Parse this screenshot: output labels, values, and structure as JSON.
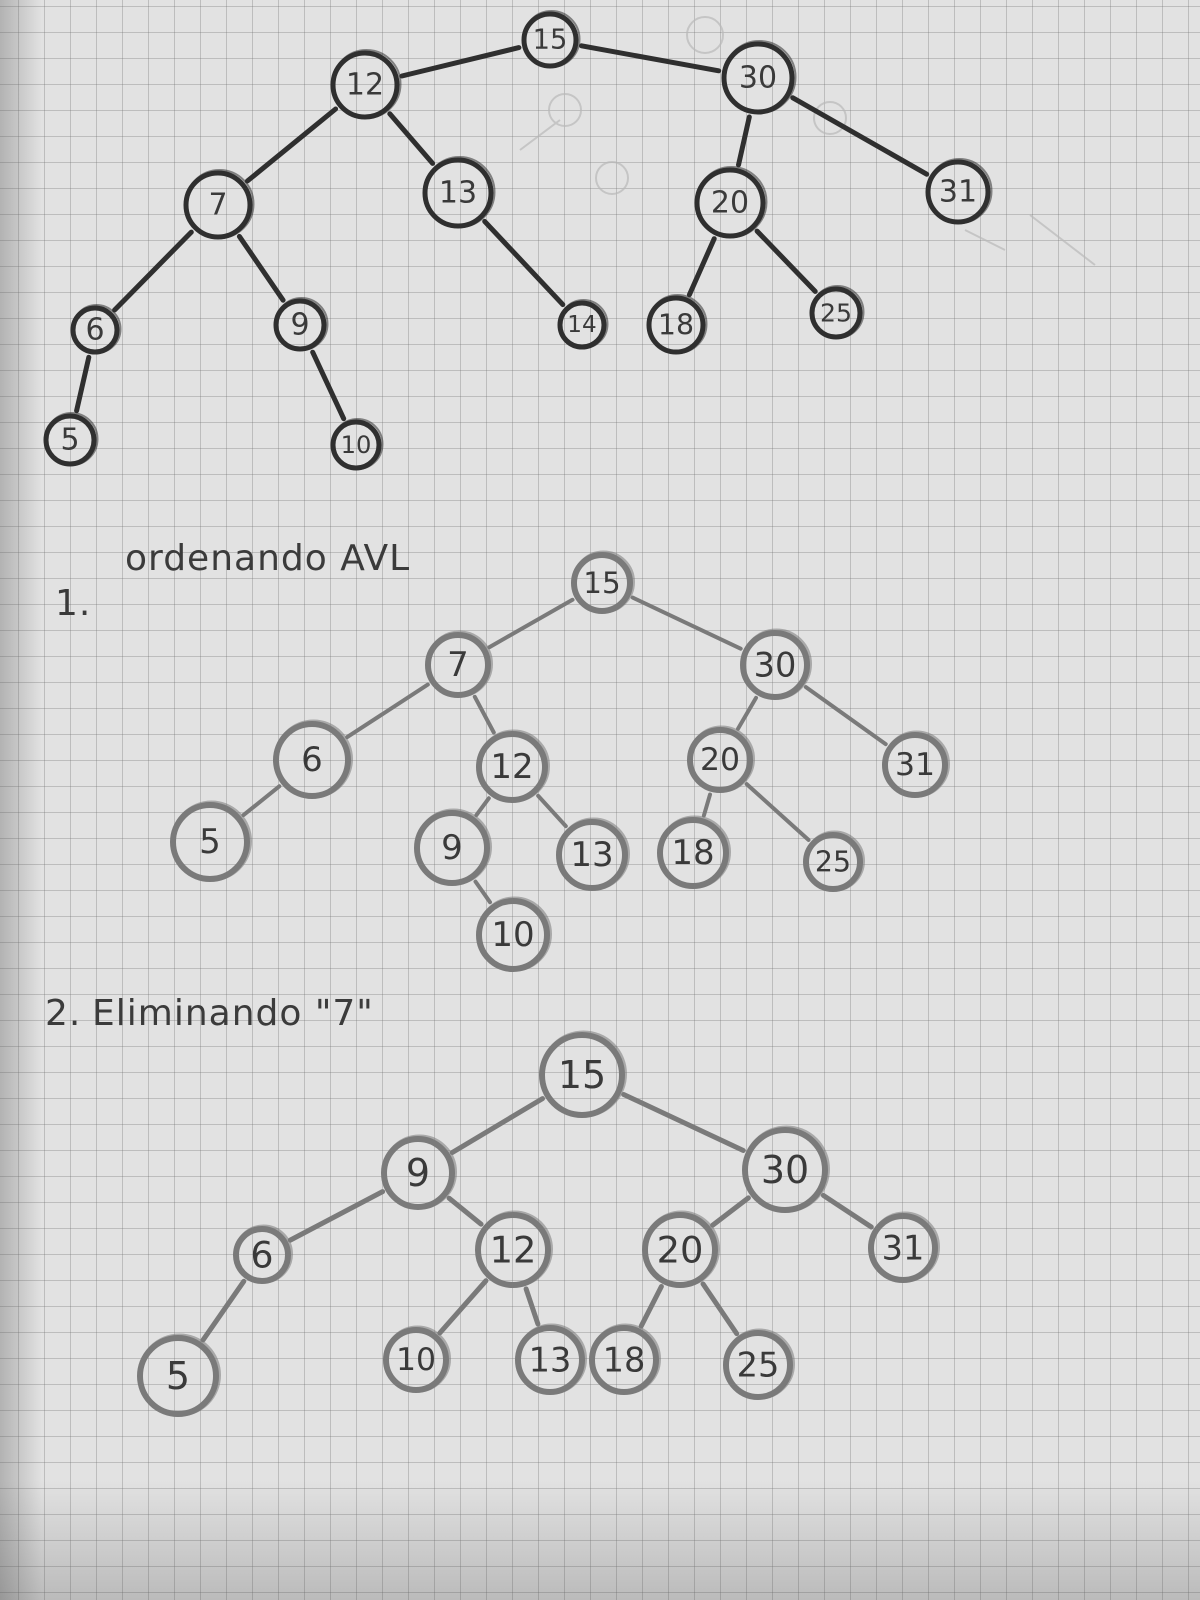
{
  "trees": [
    {
      "id": "original",
      "heading": null,
      "nodes": [
        {
          "key": "n15",
          "label": "15"
        },
        {
          "key": "n12",
          "label": "12"
        },
        {
          "key": "n30",
          "label": "30"
        },
        {
          "key": "n7",
          "label": "7"
        },
        {
          "key": "n13",
          "label": "13"
        },
        {
          "key": "n20",
          "label": "20"
        },
        {
          "key": "n31",
          "label": "31"
        },
        {
          "key": "n6",
          "label": "6"
        },
        {
          "key": "n9",
          "label": "9"
        },
        {
          "key": "n14",
          "label": "14"
        },
        {
          "key": "n18",
          "label": "18"
        },
        {
          "key": "n25",
          "label": "25"
        },
        {
          "key": "n5",
          "label": "5"
        },
        {
          "key": "n10",
          "label": "10"
        }
      ],
      "edges": [
        [
          "n15",
          "n12"
        ],
        [
          "n15",
          "n30"
        ],
        [
          "n12",
          "n7"
        ],
        [
          "n12",
          "n13"
        ],
        [
          "n30",
          "n20"
        ],
        [
          "n30",
          "n31"
        ],
        [
          "n7",
          "n6"
        ],
        [
          "n7",
          "n9"
        ],
        [
          "n13",
          "n14"
        ],
        [
          "n20",
          "n18"
        ],
        [
          "n20",
          "n25"
        ],
        [
          "n6",
          "n5"
        ],
        [
          "n9",
          "n10"
        ]
      ]
    },
    {
      "id": "step1",
      "heading": {
        "number": "1.",
        "text": "ordenando AVL"
      },
      "nodes": [
        {
          "key": "a15",
          "label": "15"
        },
        {
          "key": "a7",
          "label": "7"
        },
        {
          "key": "a30",
          "label": "30"
        },
        {
          "key": "a6",
          "label": "6"
        },
        {
          "key": "a12",
          "label": "12"
        },
        {
          "key": "a20",
          "label": "20"
        },
        {
          "key": "a31",
          "label": "31"
        },
        {
          "key": "a5",
          "label": "5"
        },
        {
          "key": "a9",
          "label": "9"
        },
        {
          "key": "a13",
          "label": "13"
        },
        {
          "key": "a18",
          "label": "18"
        },
        {
          "key": "a25",
          "label": "25"
        },
        {
          "key": "a10",
          "label": "10"
        }
      ],
      "edges": [
        [
          "a15",
          "a7"
        ],
        [
          "a15",
          "a30"
        ],
        [
          "a7",
          "a6"
        ],
        [
          "a7",
          "a12"
        ],
        [
          "a30",
          "a20"
        ],
        [
          "a30",
          "a31"
        ],
        [
          "a6",
          "a5"
        ],
        [
          "a12",
          "a9"
        ],
        [
          "a12",
          "a13"
        ],
        [
          "a20",
          "a18"
        ],
        [
          "a20",
          "a25"
        ],
        [
          "a9",
          "a10"
        ]
      ]
    },
    {
      "id": "step2",
      "heading": {
        "number": "2.",
        "text": "Eliminando \"7\""
      },
      "nodes": [
        {
          "key": "b15",
          "label": "15"
        },
        {
          "key": "b9",
          "label": "9"
        },
        {
          "key": "b30",
          "label": "30"
        },
        {
          "key": "b6",
          "label": "6"
        },
        {
          "key": "b12",
          "label": "12"
        },
        {
          "key": "b20",
          "label": "20"
        },
        {
          "key": "b31",
          "label": "31"
        },
        {
          "key": "b5",
          "label": "5"
        },
        {
          "key": "b10",
          "label": "10"
        },
        {
          "key": "b13",
          "label": "13"
        },
        {
          "key": "b18",
          "label": "18"
        },
        {
          "key": "b25",
          "label": "25"
        }
      ],
      "edges": [
        [
          "b15",
          "b9"
        ],
        [
          "b15",
          "b30"
        ],
        [
          "b9",
          "b6"
        ],
        [
          "b9",
          "b12"
        ],
        [
          "b30",
          "b20"
        ],
        [
          "b30",
          "b31"
        ],
        [
          "b6",
          "b5"
        ],
        [
          "b12",
          "b10"
        ],
        [
          "b12",
          "b13"
        ],
        [
          "b20",
          "b18"
        ],
        [
          "b20",
          "b25"
        ]
      ]
    }
  ],
  "colors": {
    "paper": "#e2e2e2",
    "pencil_dark": "#2f2f2f",
    "pencil_light": "#7a7a7a"
  }
}
